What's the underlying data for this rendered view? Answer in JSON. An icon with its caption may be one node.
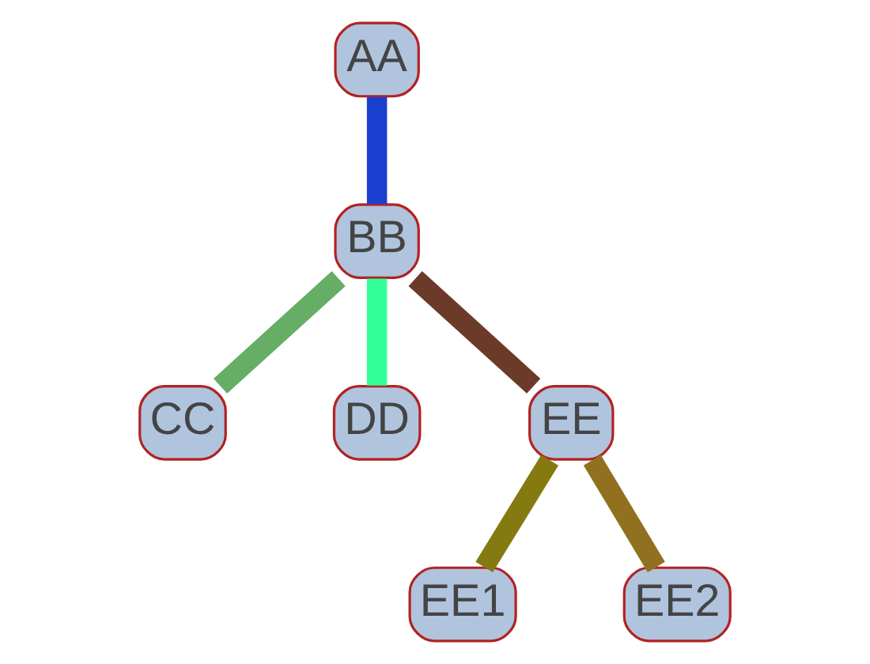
{
  "diagram": {
    "nodes": [
      {
        "text": [
          "AA"
        ]
      },
      {
        "text": [
          "BB"
        ]
      },
      {
        "text": [
          "CC"
        ]
      },
      {
        "text": [
          "DD"
        ]
      },
      {
        "text": [
          "EE"
        ]
      },
      {
        "text": [
          "EE1"
        ]
      },
      {
        "text": [
          "EE2"
        ]
      }
    ],
    "edges": [
      {
        "from": 0,
        "to": 1,
        "arrow": "none",
        "color": "#1a3fcf"
      },
      {
        "from": 1,
        "to": 2,
        "arrow": "none",
        "color": "#66ad66"
      },
      {
        "from": 1,
        "to": 3,
        "arrow": "none",
        "color": "#33ff99"
      },
      {
        "from": 1,
        "to": 4,
        "arrow": "none",
        "color": "#6b3a28"
      },
      {
        "from": 4,
        "to": 5,
        "arrow": "none",
        "color": "#857a10"
      },
      {
        "from": 4,
        "to": 6,
        "arrow": "none",
        "color": "#917020"
      }
    ]
  }
}
